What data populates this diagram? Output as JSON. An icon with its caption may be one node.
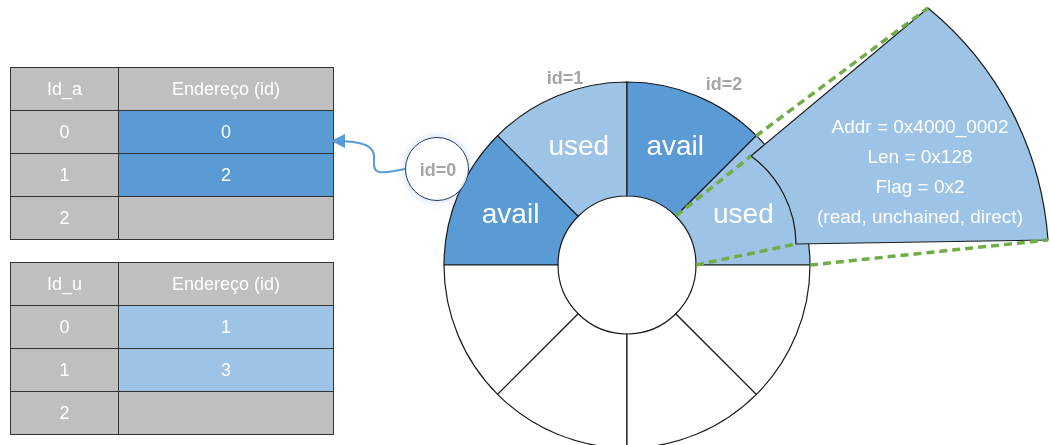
{
  "diagram": {
    "nodes": [
      {
        "text": [
          "0"
        ]
      },
      {
        "text": [
          "id=0"
        ]
      },
      {
        "text": [
          "avail"
        ]
      },
      {
        "text": [
          "used"
        ],
        "beside": [
          "id=1"
        ]
      },
      {
        "text": [
          "avail"
        ],
        "beside": [
          "id=2"
        ]
      },
      {
        "text": [
          "used"
        ]
      },
      {
        "text": [
          "Addr = 0x4000_0002",
          "Len = 0x128",
          "Flag = 0x2",
          "(read, unchained, direct)"
        ]
      },
      {
        "text": [],
        "shape": "sector"
      },
      {
        "text": [],
        "shape": "sector"
      },
      {
        "text": [],
        "shape": "sector"
      },
      {
        "text": [],
        "shape": "sector"
      }
    ],
    "edges": [
      {
        "from": 1,
        "to": 0,
        "arrow": "to",
        "color": "#5b9bd5"
      },
      {
        "from": 5,
        "to": 6,
        "arrow": "none",
        "style": "dashed",
        "color": "#70ad47"
      },
      {
        "from": 5,
        "to": 6,
        "arrow": "none",
        "style": "dashed",
        "color": "#70ad47"
      },
      {
        "from": 5,
        "to": 6,
        "arrow": "none",
        "style": "dashed",
        "color": "#70ad47"
      },
      {
        "from": 5,
        "to": 6,
        "arrow": "none",
        "style": "dashed",
        "color": "#70ad47"
      }
    ],
    "labels": [
      "Id_a",
      "Endereço (id)",
      "0",
      "1",
      "2",
      "2",
      "Id_u",
      "Endereço (id)",
      "0",
      "1",
      "1",
      "3",
      "2"
    ]
  }
}
